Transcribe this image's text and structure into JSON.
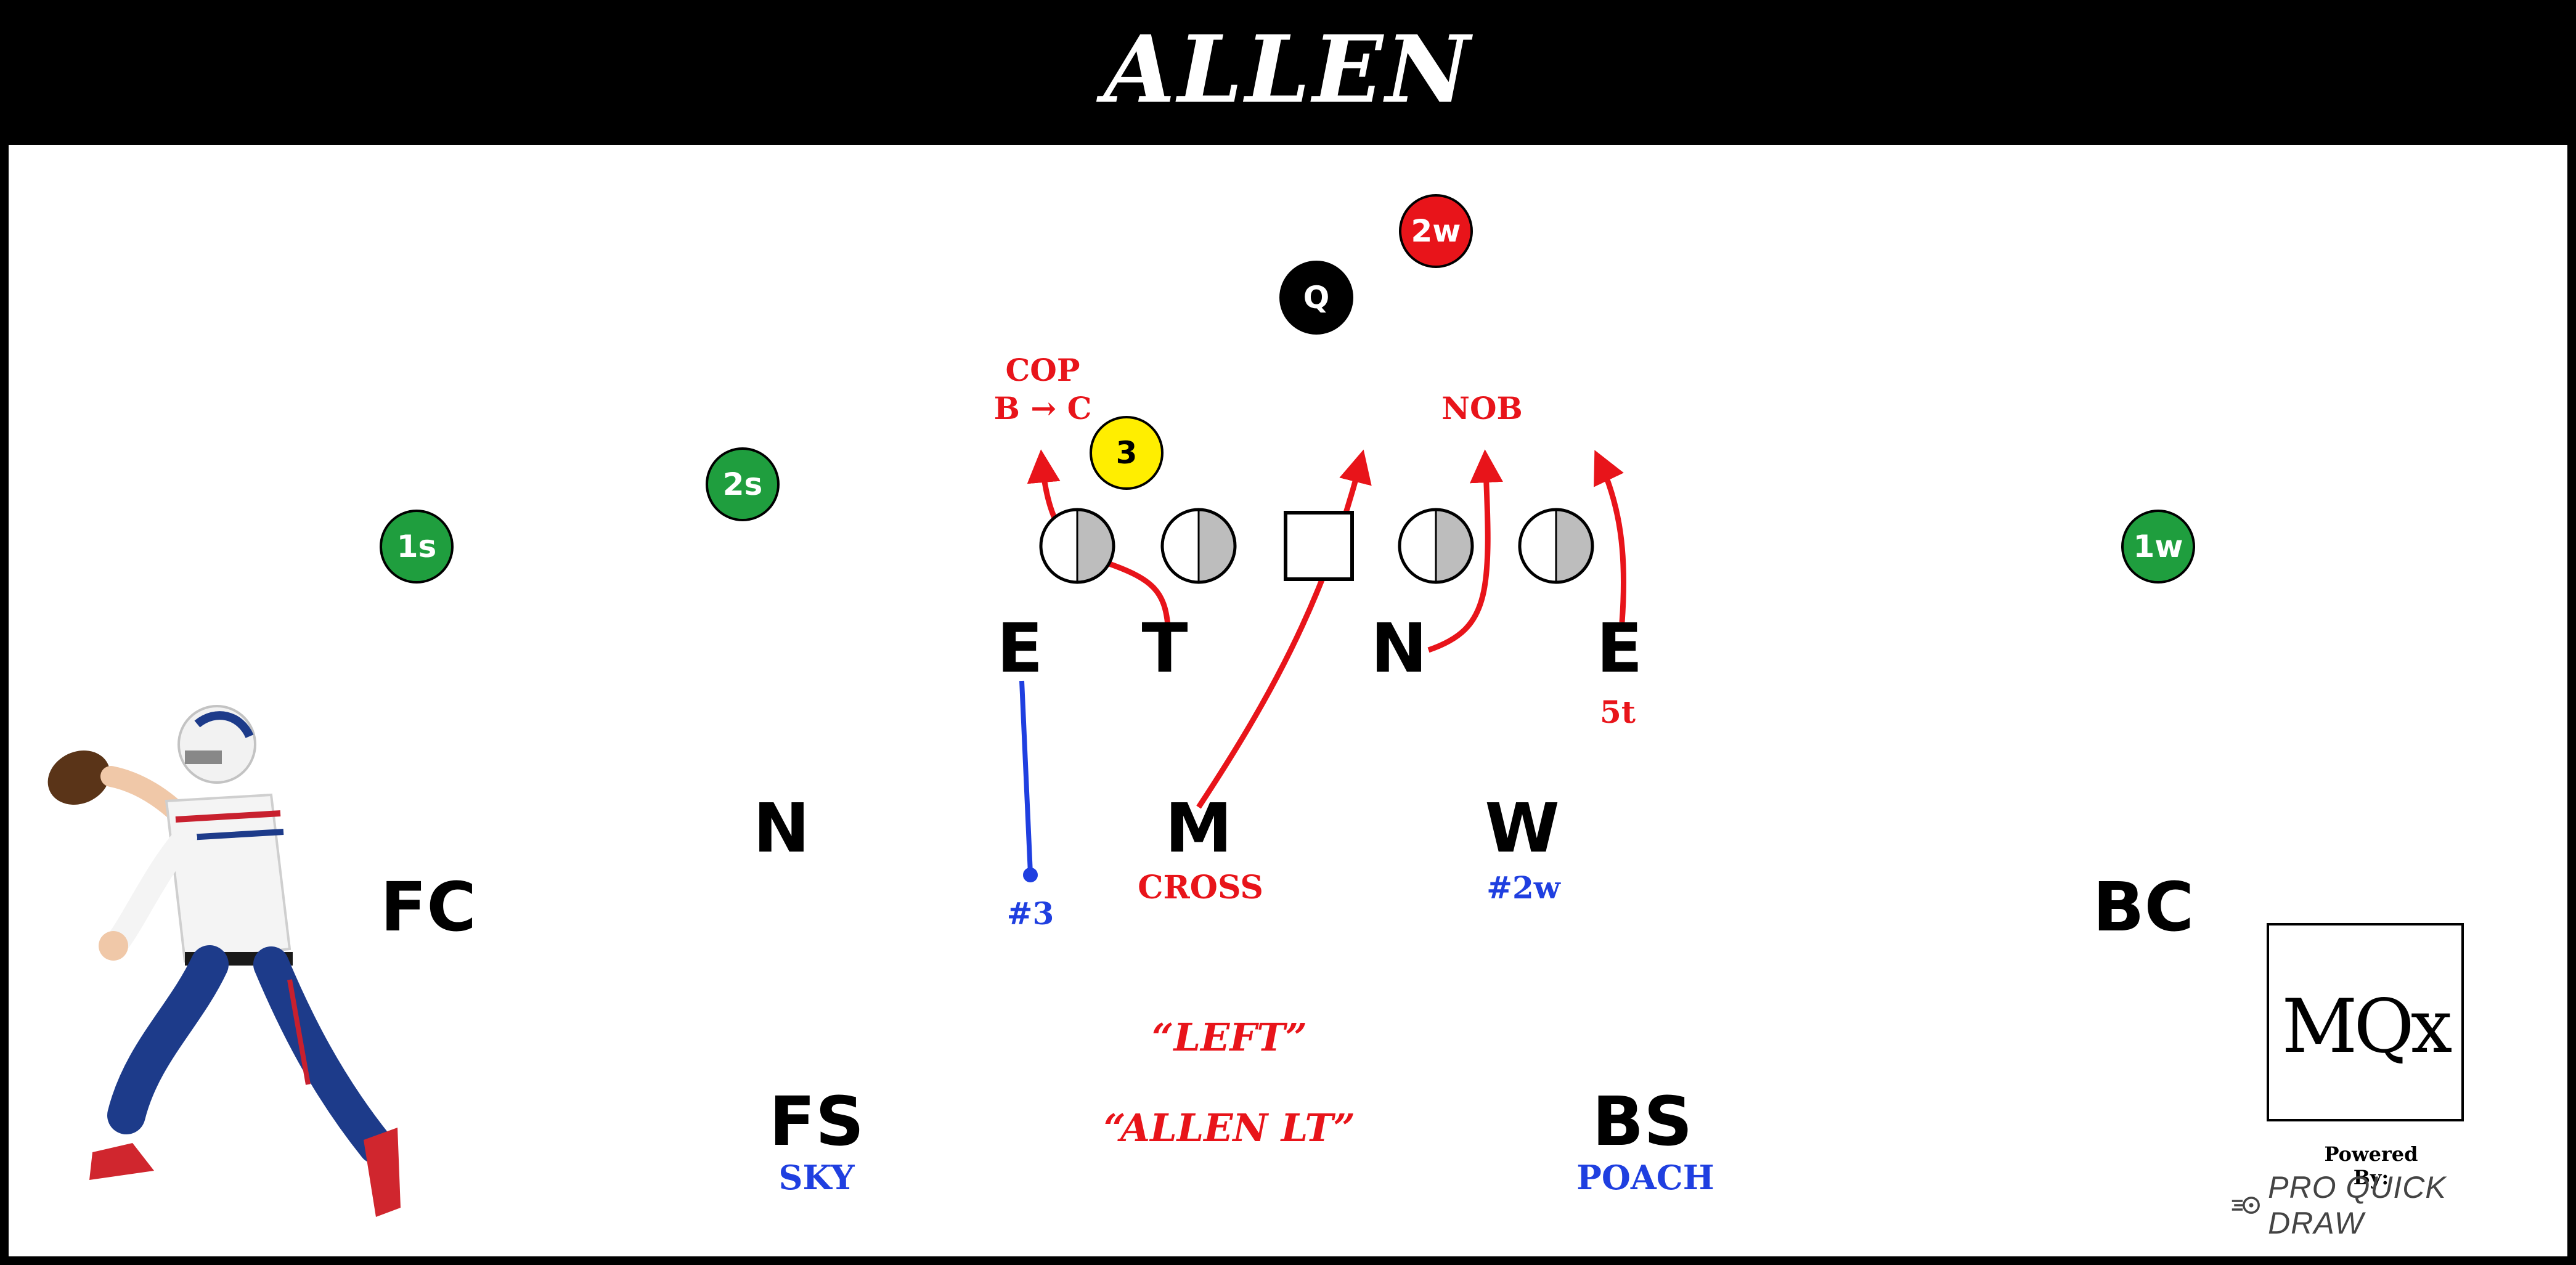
{
  "title": "ALLEN",
  "colors": {
    "red": "#e8141a",
    "blue": "#1f3fe0",
    "green": "#1f9e3e",
    "yellow": "#ffee00",
    "black": "#000000",
    "lineman_fill": "#bdbdbd"
  },
  "offense": {
    "receivers": [
      {
        "id": "1s",
        "label": "1s",
        "color": "green"
      },
      {
        "id": "2s",
        "label": "2s",
        "color": "green"
      },
      {
        "id": "3",
        "label": "3",
        "color": "yellow"
      },
      {
        "id": "q",
        "label": "Q",
        "color": "black"
      },
      {
        "id": "2w",
        "label": "2w",
        "color": "red"
      },
      {
        "id": "1w",
        "label": "1w",
        "color": "green"
      }
    ],
    "linemen_count": 5
  },
  "defense": {
    "line": [
      {
        "id": "e_left",
        "label": "E"
      },
      {
        "id": "t",
        "label": "T"
      },
      {
        "id": "n_line",
        "label": "N"
      },
      {
        "id": "e_right",
        "label": "E"
      }
    ],
    "linebackers": [
      {
        "id": "n_lb",
        "label": "N"
      },
      {
        "id": "m",
        "label": "M"
      },
      {
        "id": "w",
        "label": "W"
      }
    ],
    "corners": [
      {
        "id": "fc",
        "label": "FC"
      },
      {
        "id": "bc",
        "label": "BC"
      }
    ],
    "safeties": [
      {
        "id": "fs",
        "label": "FS"
      },
      {
        "id": "bs",
        "label": "BS"
      }
    ]
  },
  "annotations": {
    "cop": "COP",
    "b_to_c": "B → C",
    "nob": "NOB",
    "five_t": "5t",
    "hash3": "#3",
    "cross": "CROSS",
    "hash2w": "#2w",
    "sky": "SKY",
    "poach": "POACH",
    "call_left": "“LEFT”",
    "call_allen": "“ALLEN LT”"
  },
  "logo": {
    "mark": "MQx",
    "powered_by": "Powered By:",
    "brand": "PRO QUICK DRAW"
  }
}
